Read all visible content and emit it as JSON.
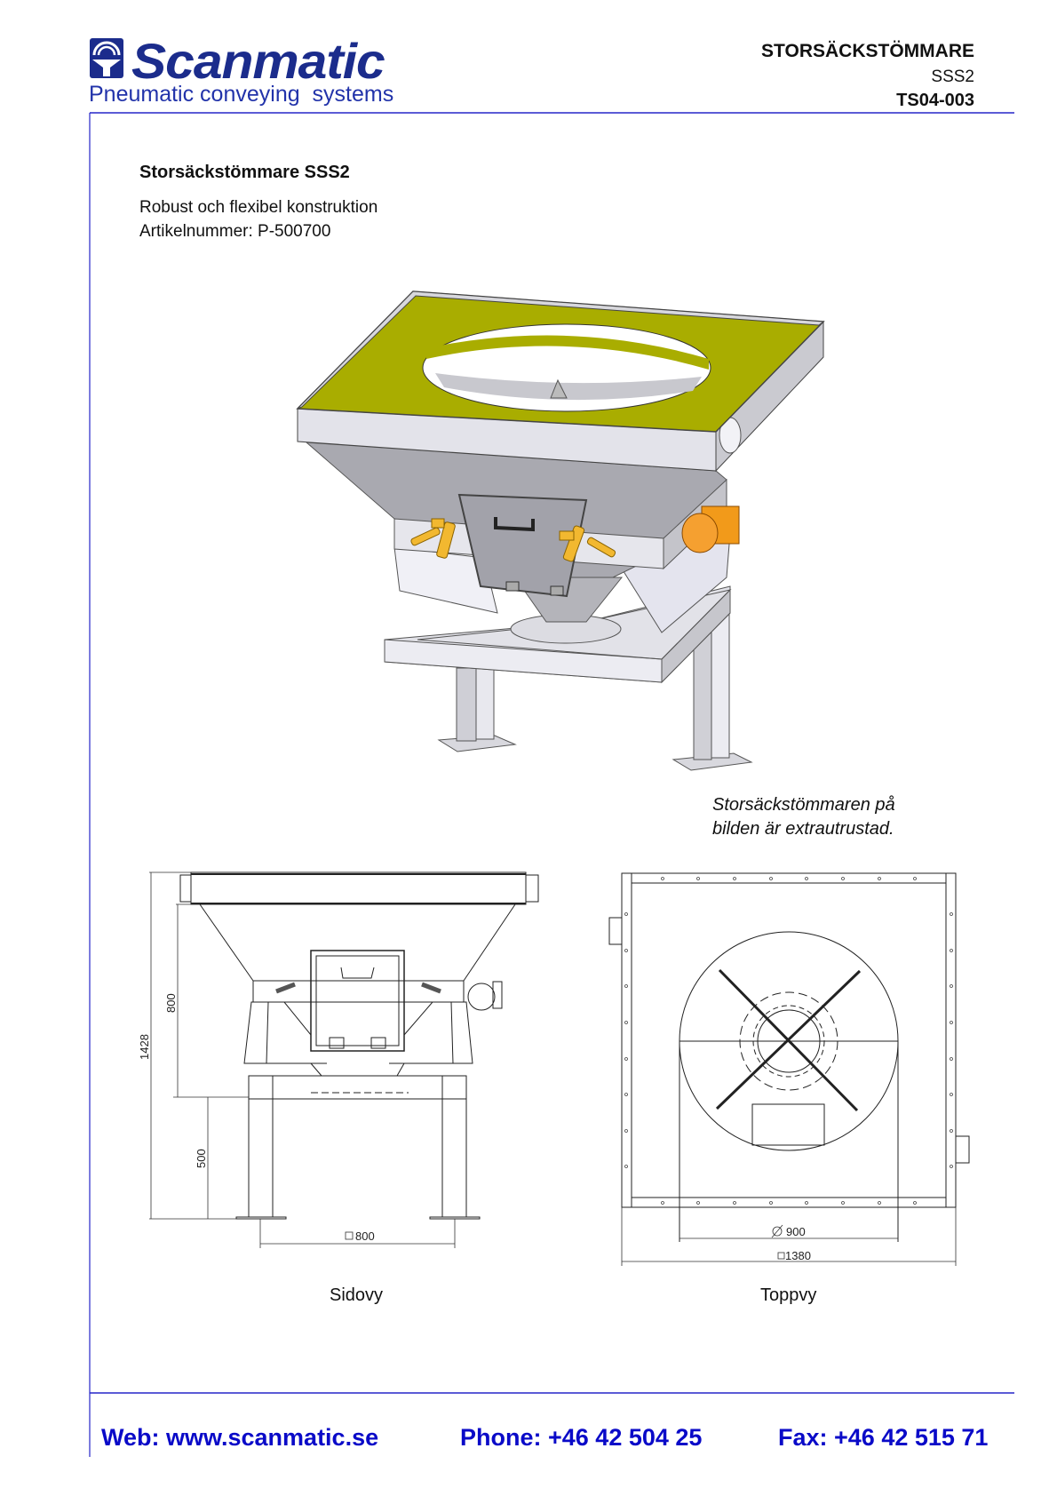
{
  "header": {
    "brand": "Scanmatic",
    "tagline": "Pneumatic conveying  systems",
    "doc_title": "STORSÄCKSTÖMMARE",
    "model": "SSS2",
    "doc_number": "TS04-003"
  },
  "intro": {
    "title": "Storsäckstömmare SSS2",
    "line1": "Robust och flexibel konstruktion",
    "line2": "Artikelnummer: P-500700"
  },
  "render": {
    "caption_line1": "Storsäckstömmaren på",
    "caption_line2": "bilden är extrautrustad.",
    "plate_color": "#a9ad00",
    "motor_color": "#f29a1a"
  },
  "side_view": {
    "label": "Sidovy",
    "dim_total_height": "1428",
    "dim_hopper_height": "800",
    "dim_leg_height": "500",
    "dim_leg_spacing": "800"
  },
  "top_view": {
    "label": "Toppvy",
    "dim_diameter": "900",
    "dim_square": "1380"
  },
  "footer": {
    "web": "Web: www.scanmatic.se",
    "phone": "Phone: +46 42 504 25",
    "fax": "Fax: +46 42 515 71"
  },
  "colors": {
    "brand_blue": "#1b2c8c",
    "rule_blue": "#2525c8"
  }
}
